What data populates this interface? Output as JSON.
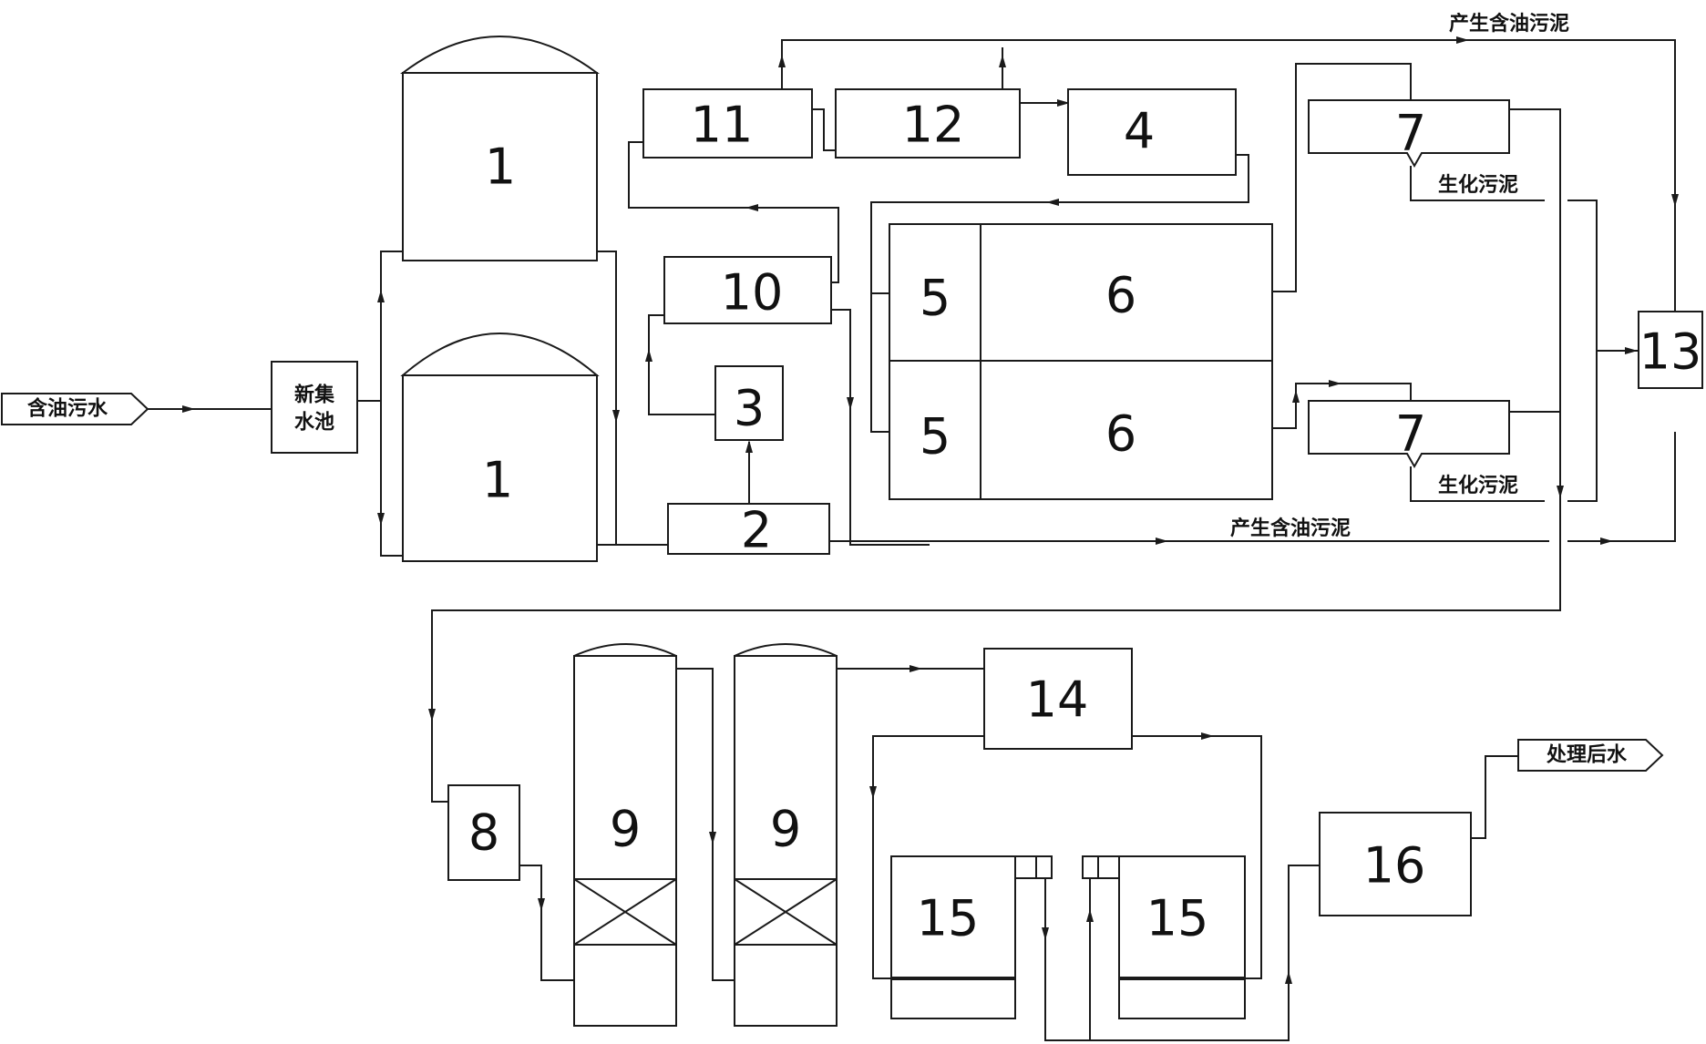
{
  "colors": {
    "line": "#1a1a1a",
    "background": "#ffffff"
  },
  "units": {
    "u1_top": "1",
    "u1_bot": "1",
    "u2": "2",
    "u3": "3",
    "u4": "4",
    "u5_top": "5",
    "u5_bot": "5",
    "u6_top": "6",
    "u6_bot": "6",
    "u7_top": "7",
    "u7_bot": "7",
    "u8": "8",
    "u9_a": "9",
    "u9_b": "9",
    "u10": "10",
    "u11": "11",
    "u12": "12",
    "u13": "13",
    "u14": "14",
    "u15_a": "15",
    "u15_b": "15",
    "u16": "16"
  },
  "labels": {
    "inlet": "含油污水",
    "collection_pool_1": "新集",
    "collection_pool_2": "水池",
    "oily_sludge_top": "产生含油污泥",
    "oily_sludge_mid": "产生含油污泥",
    "bio_sludge_1": "生化污泥",
    "bio_sludge_2": "生化污泥",
    "outlet": "处理后水"
  }
}
